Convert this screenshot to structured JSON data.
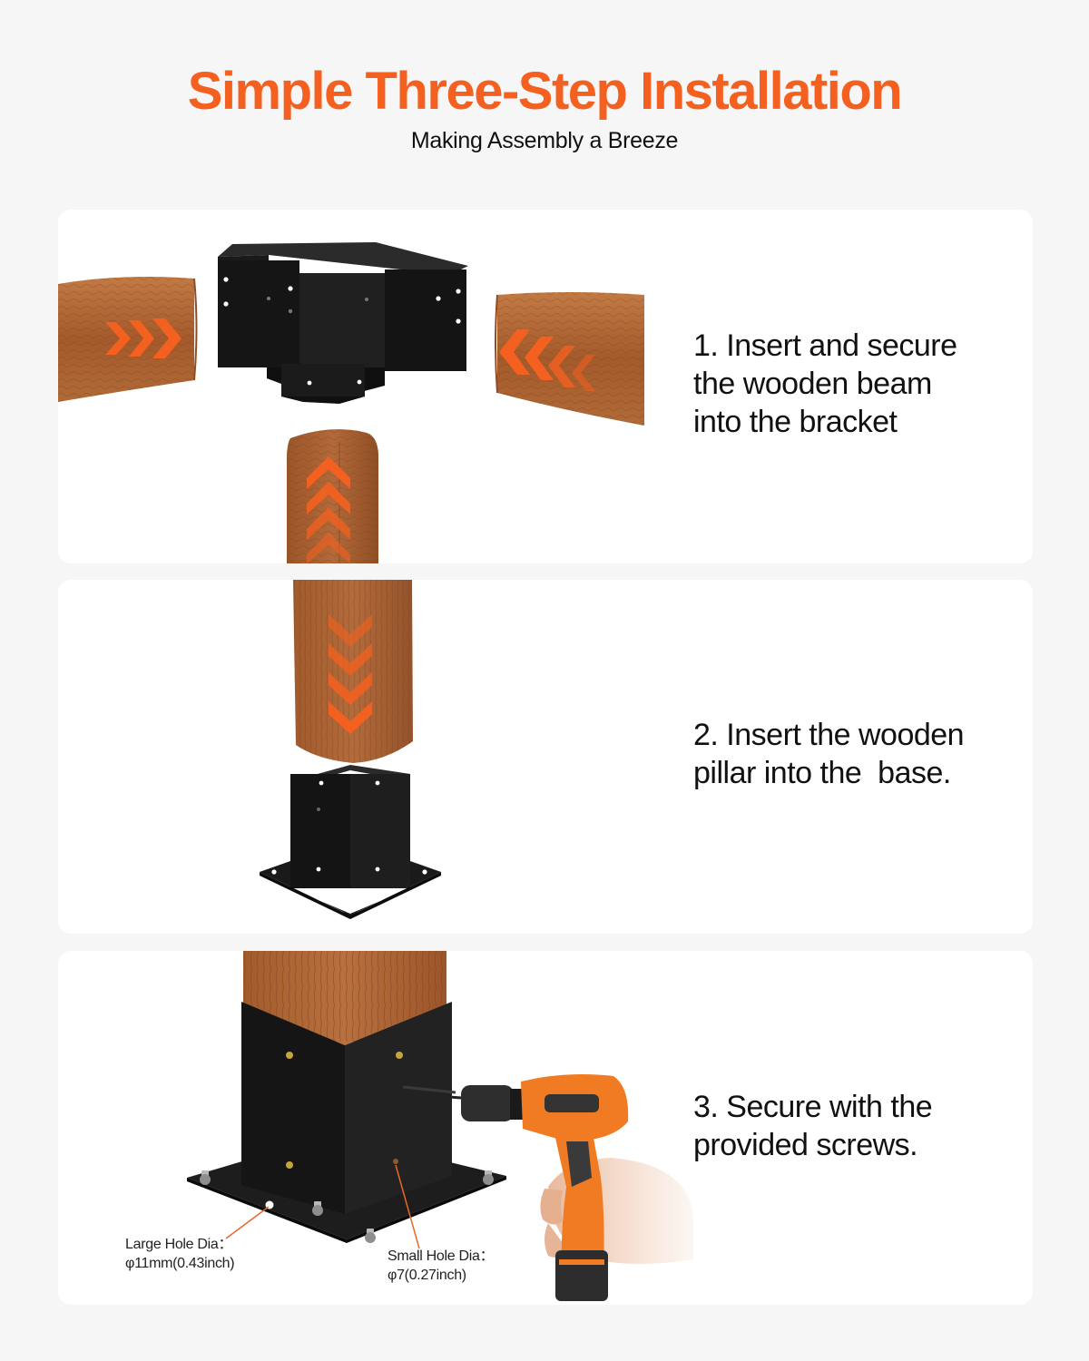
{
  "header": {
    "title": "Simple Three-Step Installation",
    "subtitle": "Making Assembly a Breeze"
  },
  "colors": {
    "accent": "#f4601f",
    "page_background": "#f6f6f6",
    "panel_background": "#ffffff",
    "text": "#111111",
    "wood": "#a9602f",
    "bracket": "#1c1c1c"
  },
  "steps": [
    {
      "number": "1",
      "lines": [
        "1. Insert and secure",
        "the wooden beam",
        "into the bracket"
      ],
      "illustration": "t-bracket-with-beams-icon"
    },
    {
      "number": "2",
      "lines": [
        "2. Insert the wooden",
        "pillar into the  base."
      ],
      "illustration": "post-base-with-pillar-icon"
    },
    {
      "number": "3",
      "lines": [
        "3. Secure with the",
        "provided screws."
      ],
      "illustration": "post-base-with-drill-icon",
      "callouts": [
        {
          "id": "large-hole",
          "lines": [
            "Large Hole Dia：",
            "φ11mm(0.43inch)"
          ]
        },
        {
          "id": "small-hole",
          "lines": [
            "Small Hole Dia：",
            "φ7(0.27inch)"
          ]
        }
      ]
    }
  ]
}
